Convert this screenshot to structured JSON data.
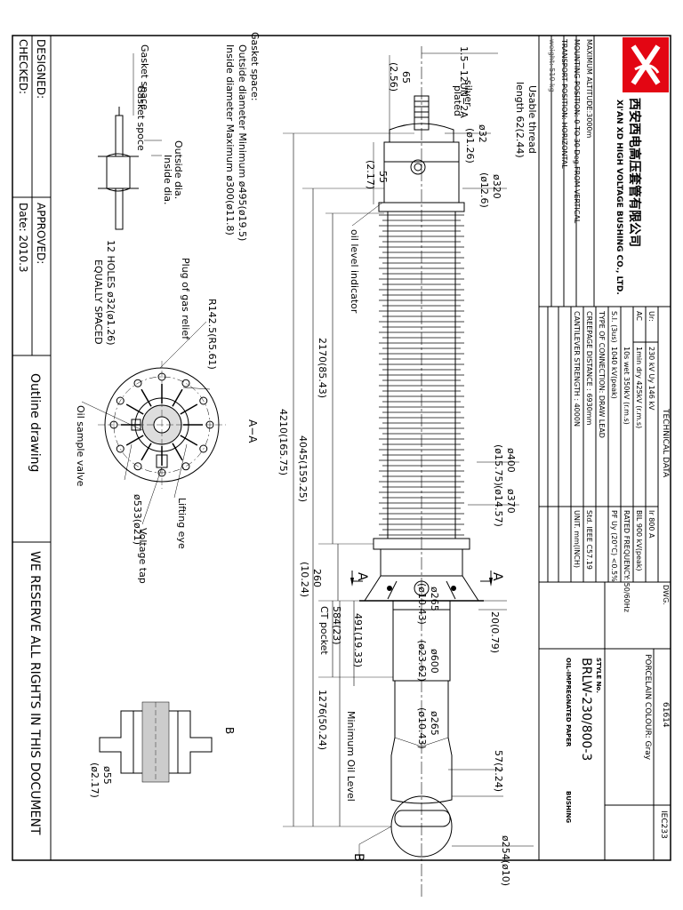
{
  "company": {
    "logo_text": "XD",
    "name_cn": "西安西电高压套管有限公司",
    "name_en": "XI'AN XD HIGH VOLTAGE BUSHING CO., LTD."
  },
  "conditions": {
    "max_altitude": "MAXIMUM ALTITUDE:3000m",
    "mounting_position": "MOUNTING POSITION: 0 TO 30 Deg.FROM VERTICAL",
    "transport_position": "TRANSPORT POSITION:  HORIZONTAL",
    "weight": "weight:   510   kg"
  },
  "technical_data": {
    "header": "TECHNICAL    DATA",
    "rows": [
      [
        "Ur:",
        "230    kV  Uy  146    kV",
        "Ir    800         A"
      ],
      [
        "AC",
        "1min dry 425kV (r.m.s)",
        "BIL    900     kV(peak)"
      ],
      [
        "",
        "10s wet 350kV (r.m.s)",
        "RATED FREQUENCY: 50/60Hz"
      ],
      [
        "S.I. (3us)",
        "1040    kV(peak)",
        "PF Uy    (20°C)    <0.5%"
      ],
      [
        "TYPE OF CONNECTION: DRAW LEAD",
        "",
        ""
      ],
      [
        "CREEPAGE DISTANCE : 6930mm",
        "",
        "Std.        IEEE C57.19"
      ],
      [
        "CANTILEVER STRENGTH : 4000N",
        "",
        "UNIT.       mm(INCH)"
      ]
    ]
  },
  "title_block": {
    "dwg_label": "DWG.",
    "dwg_no": "61614",
    "porcelain": "PORCELAIN COLOUR: Gray",
    "standard": "IEC233",
    "style_label": "STYLE No.",
    "style_no": "BRLW-230/800-3",
    "description": "OIL-IMPREGNATED PAPER",
    "description2": "BUSHING"
  },
  "signatures": {
    "designed": "DESIGNED:",
    "checked": "CHECKED:",
    "approved": "APPROVED:",
    "date": "Date: 2010.3",
    "drawing_type": "Outline   drawing",
    "rights": "WE   RESERVE   ALL   RIGHTS   IN   THIS   DOCUMENT"
  },
  "notes": {
    "gasket_space": "Gasket space:",
    "outside_dia_min": "Outside diameter Minimum ø495(ø19.5)",
    "inside_dia_max": "Inside  diameter Maximum ø300(ø11.8)",
    "gasket_space_label": "Gasket space",
    "gasket_space2": "Gasket spoce",
    "outside_dia": "Outside dia.",
    "inside_dia": "Inside dia."
  },
  "dimensions": {
    "thread": "1.5−12UN−2A",
    "thread_len_a": "65",
    "thread_len_b": "(2.56)",
    "silver_a": "silver",
    "silver_b": "plated",
    "usable_a": "Usable thread",
    "usable_b": "length 62(2.44)",
    "d32_a": "ø32",
    "d32_b": "(ø1.26)",
    "d55_a": "55",
    "d55_b": "(2.17)",
    "d320_a": "ø320",
    "d320_b": "(ø12.6)",
    "oil_level": "oil level indicator",
    "len2170": "2170(85.43)",
    "len4045": "4045(159.25)",
    "len4210": "4210(165.75)",
    "d400_a": "ø400",
    "d400_b": "(ø15.75)",
    "d370_a": "ø370",
    "d370_b": "(ø14.57)",
    "len260_a": "260",
    "len260_b": "(10.24)",
    "len20": "20(0.79)",
    "d265_a": "ø265",
    "d265_b": "(ø10.43)",
    "len491": "491(19.33)",
    "len584_a": "584(23)",
    "len584_b": "CT pocket",
    "d600_a": "ø600",
    "d600_b": "(ø23.62)",
    "d265b_a": "ø265",
    "d265b_b": "(ø10.43)",
    "len1276": "1276(50.24)",
    "min_oil": "Minimum Oil Level",
    "len57": "57(2.24)",
    "d254": "ø254(ø10)",
    "section_a": "A",
    "section_a2": "A",
    "section_b": "B",
    "view_b": "B",
    "view_aa": "A−A",
    "d55b_a": "ø55",
    "d55b_b": "(ø2.17)"
  },
  "flange_view": {
    "plug": "Plug of gas relief",
    "radius": "R142.5(R5.61)",
    "holes_a": "12 HOLES ø32(ø1.26)",
    "holes_b": "EQUALLY SPACED",
    "oil_sample": "Oil sample valve",
    "pcd": "ø533(ø21)",
    "lifting": "Lifting eye",
    "voltage_tap": "Voltage tap"
  }
}
